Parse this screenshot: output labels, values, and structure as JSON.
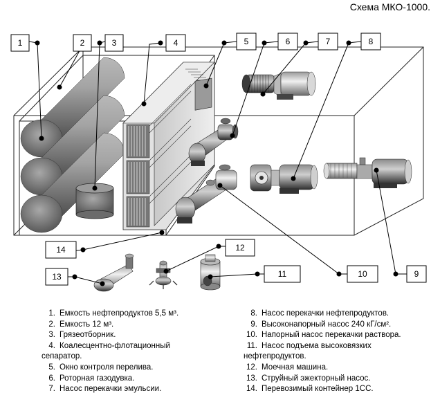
{
  "title": "Схема МКО-1000.",
  "labels": [
    "1",
    "2",
    "3",
    "4",
    "5",
    "6",
    "7",
    "8",
    "9",
    "10",
    "11",
    "12",
    "13",
    "14"
  ],
  "legend_left": [
    {
      "num": "1.",
      "text": "Емкость нефтепродуктов  5,5 м³."
    },
    {
      "num": "2.",
      "text": "Емкость 12 м³."
    },
    {
      "num": "3.",
      "text": "Грязеотборник."
    },
    {
      "num": "4.",
      "text": "Коалесцентно-флотационный"
    },
    {
      "num": "",
      "text": "сепаратор."
    },
    {
      "num": "5.",
      "text": "Окно контроля перелива."
    },
    {
      "num": "6.",
      "text": "Роторная газодувка."
    },
    {
      "num": "7.",
      "text": "Насос перекачки эмульсии."
    }
  ],
  "legend_right": [
    {
      "num": "8.",
      "text": "Насос перекачки нефтепродуктов."
    },
    {
      "num": "9.",
      "text": "Высоконапорный насос 240 кГ/см²."
    },
    {
      "num": "10.",
      "text": "Напорный насос перекачки раствора."
    },
    {
      "num": "11.",
      "text": "Насос подъема высоковязких"
    },
    {
      "num": "",
      "text": "нефтепродуктов."
    },
    {
      "num": "12.",
      "text": "Моечная машина."
    },
    {
      "num": "13.",
      "text": "Струйный эжекторный насос."
    },
    {
      "num": "14.",
      "text": "Перевозимый контейнер 1СС."
    }
  ]
}
